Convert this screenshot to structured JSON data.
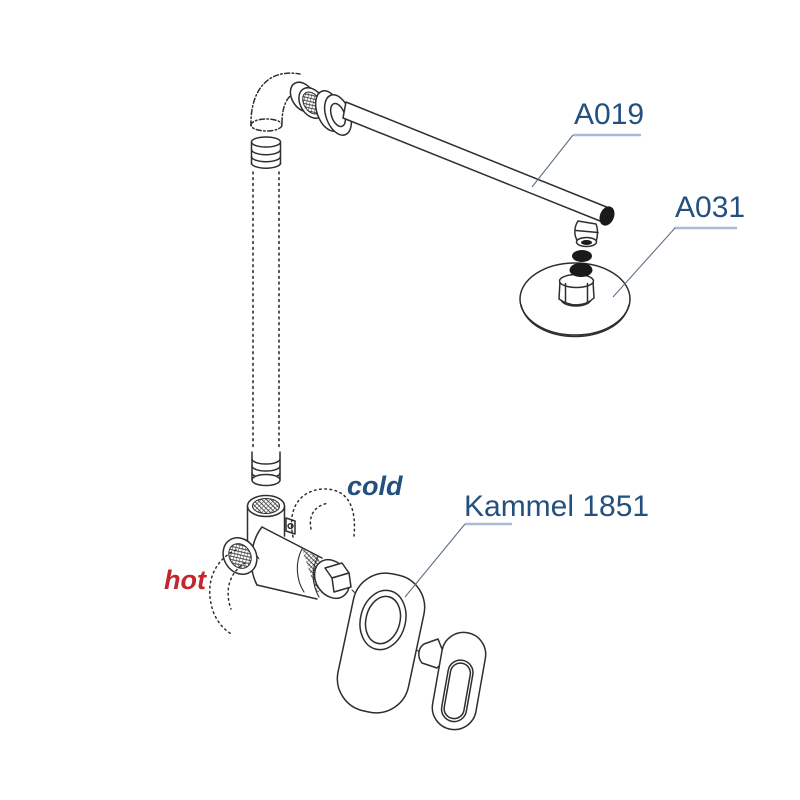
{
  "diagram": {
    "callouts": [
      {
        "id": "a019",
        "text": "A019",
        "target": "shower-arm"
      },
      {
        "id": "a031",
        "text": "A031",
        "target": "shower-head"
      },
      {
        "id": "kammel",
        "text": "Kammel 1851",
        "target": "trim-plate"
      }
    ],
    "flow_labels": {
      "cold": "cold",
      "hot": "hot"
    },
    "colors": {
      "callout_blue": "#24507e",
      "hot_red": "#c1272d",
      "line_art": "#2e2e2e",
      "leader_line": "#5f7087",
      "callout_underline": "#a9bbd5",
      "background": "#ffffff"
    },
    "parts": [
      "wall-elbow",
      "riser-pipe",
      "wall-flange",
      "shower-arm",
      "shower-head",
      "mixer-valve",
      "trim-plate",
      "lever-handle"
    ]
  }
}
